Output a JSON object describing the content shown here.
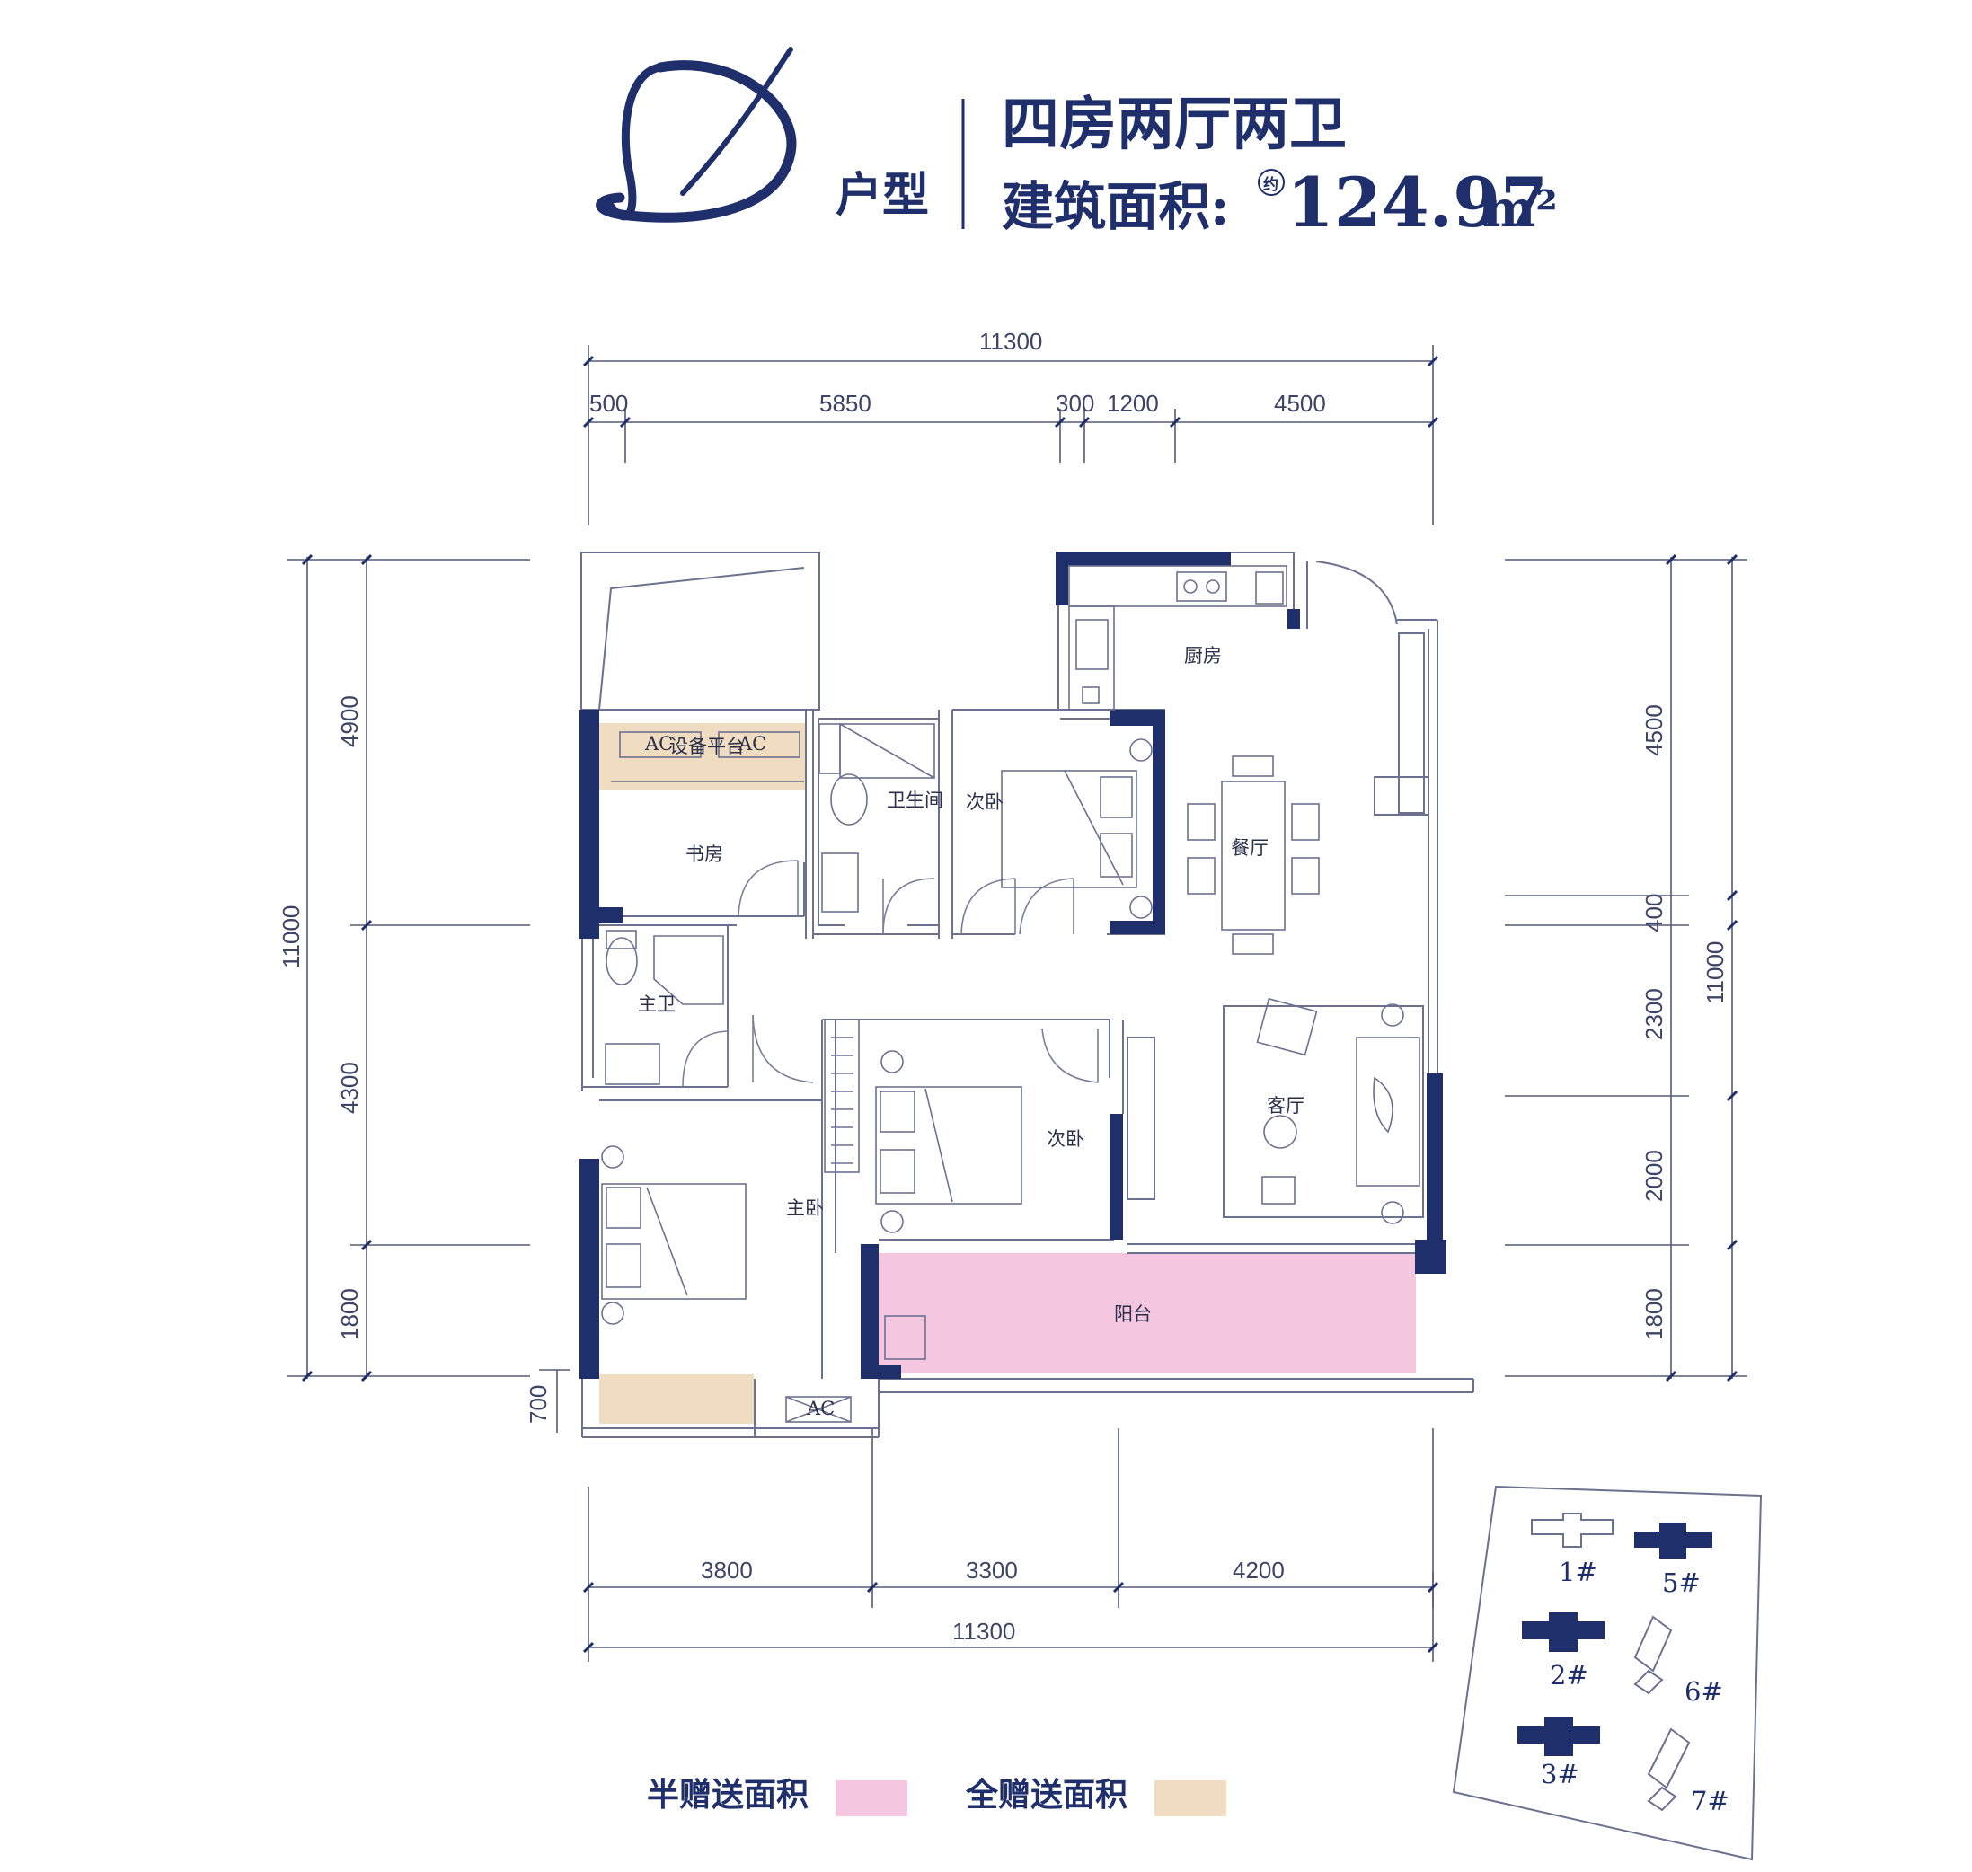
{
  "header": {
    "type_letter": "D",
    "type_suffix": "户型",
    "layout": "四房两厅两卫",
    "area_label": "建筑面积:",
    "area_approx": "约",
    "area_value": "124.97",
    "area_unit": "m²"
  },
  "dimensions": {
    "top_total": "11300",
    "top_segments": [
      "500",
      "5850",
      "300",
      "1200",
      "4500"
    ],
    "bottom_segments": [
      "3800",
      "3300",
      "4200"
    ],
    "bottom_total": "11300",
    "left_total": "11000",
    "left_segments": [
      "4900",
      "4300",
      "1800",
      "700"
    ],
    "right_total": "11000",
    "right_segments": [
      "4500",
      "400",
      "2300",
      "2000",
      "1800"
    ]
  },
  "rooms": {
    "kitchen": "厨房",
    "equipment_platform": "设备平台",
    "bathroom": "卫生间",
    "second_bedroom_north": "次卧",
    "dining": "餐厅",
    "study": "书房",
    "master_bath": "主卫",
    "second_bedroom_south": "次卧",
    "living": "客厅",
    "master_bedroom": "主卧",
    "balcony": "阳台",
    "ac_label": "AC"
  },
  "legend": {
    "half_gift_label": "半赠送面积",
    "half_gift_color": "#f5c6df",
    "full_gift_label": "全赠送面积",
    "full_gift_color": "#f0dcc0"
  },
  "key_plan": {
    "buildings": [
      "1#",
      "5#",
      "2#",
      "6#",
      "3#",
      "7#"
    ],
    "highlight_color": "#1e2f6b"
  },
  "colors": {
    "wall": "#1e2f6b",
    "line": "#7a7f98"
  }
}
